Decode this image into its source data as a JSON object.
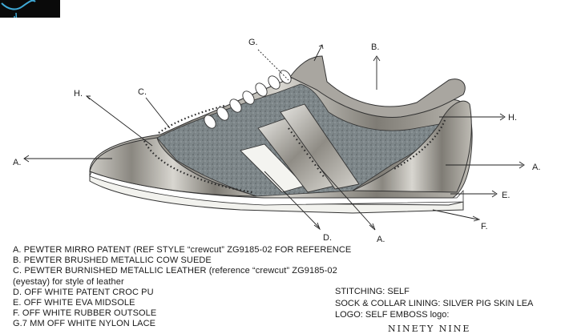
{
  "callouts": [
    {
      "id": "G",
      "text": "G."
    },
    {
      "id": "B",
      "text": "B."
    },
    {
      "id": "H-left",
      "text": "H."
    },
    {
      "id": "C",
      "text": "C."
    },
    {
      "id": "H-right",
      "text": "H."
    },
    {
      "id": "A-left",
      "text": "A."
    },
    {
      "id": "A-right",
      "text": "A."
    },
    {
      "id": "E",
      "text": "E."
    },
    {
      "id": "F",
      "text": "F."
    },
    {
      "id": "D",
      "text": "D."
    },
    {
      "id": "A-bottom",
      "text": "A."
    }
  ],
  "spec_lines": [
    "A. PEWTER MIRRO PATENT (REF STYLE “crewcut” ZG9185-02  FOR REFERENCE",
    "B.  PEWTER BRUSHED METALLIC COW SUEDE",
    "C.  PEWTER BURNISHED METALLIC LEATHER (reference “crewcut” ZG9185-02",
    "(eyestay) for style of leather",
    "D.  OFF WHITE PATENT CROC PU",
    "E. OFF WHITE EVA MIDSOLE",
    "F. OFF WHITE RUBBER OUTSOLE",
    "G.7 MM OFF WHITE NYLON LACE"
  ],
  "notes": {
    "stitching": "STITCHING: SELF",
    "lining": "SOCK & COLLAR LINING: SILVER PIG SKIN LEA",
    "logo": "LOGO: SELF EMBOSS logo:"
  },
  "wordmark": "NINETY NINE",
  "colors": {
    "pewter": "#8e8c86",
    "suede": "#7d8688",
    "off_white": "#f2f2ee",
    "ink": "#222222",
    "brand_splash": "#3fa9d6"
  }
}
